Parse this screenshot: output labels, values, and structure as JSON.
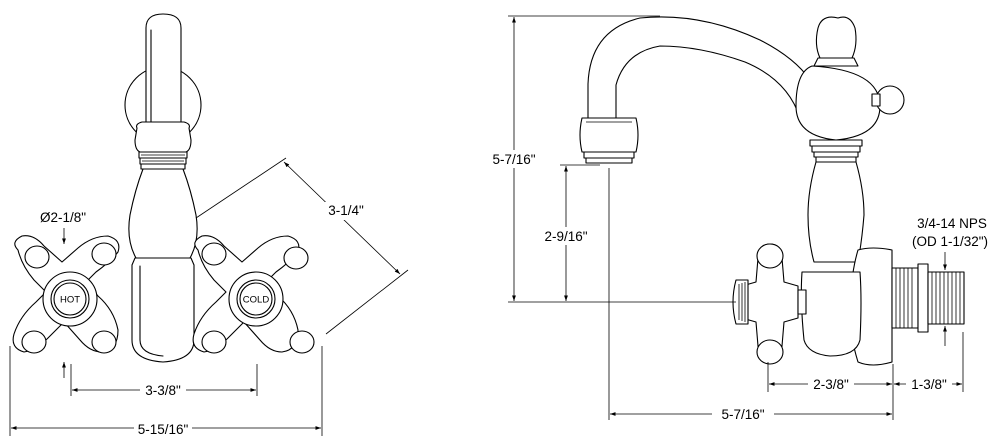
{
  "front_view": {
    "hot_label": "HOT",
    "cold_label": "COLD",
    "dim_handle_diameter": "Ø2-1/8\"",
    "dim_height_diagonal": "3-1/4\"",
    "dim_centers": "3-3/8\"",
    "dim_overall_width": "5-15/16\""
  },
  "side_view": {
    "dim_overall_height": "5-7/16\"",
    "dim_spout_height": "2-9/16\"",
    "dim_projection": "5-7/16\"",
    "dim_handle_offset": "2-3/8\"",
    "dim_inlet_length": "1-3/8\"",
    "inlet_spec_line1": "3/4-14 NPS",
    "inlet_spec_line2": "(OD 1-1/32\")"
  }
}
